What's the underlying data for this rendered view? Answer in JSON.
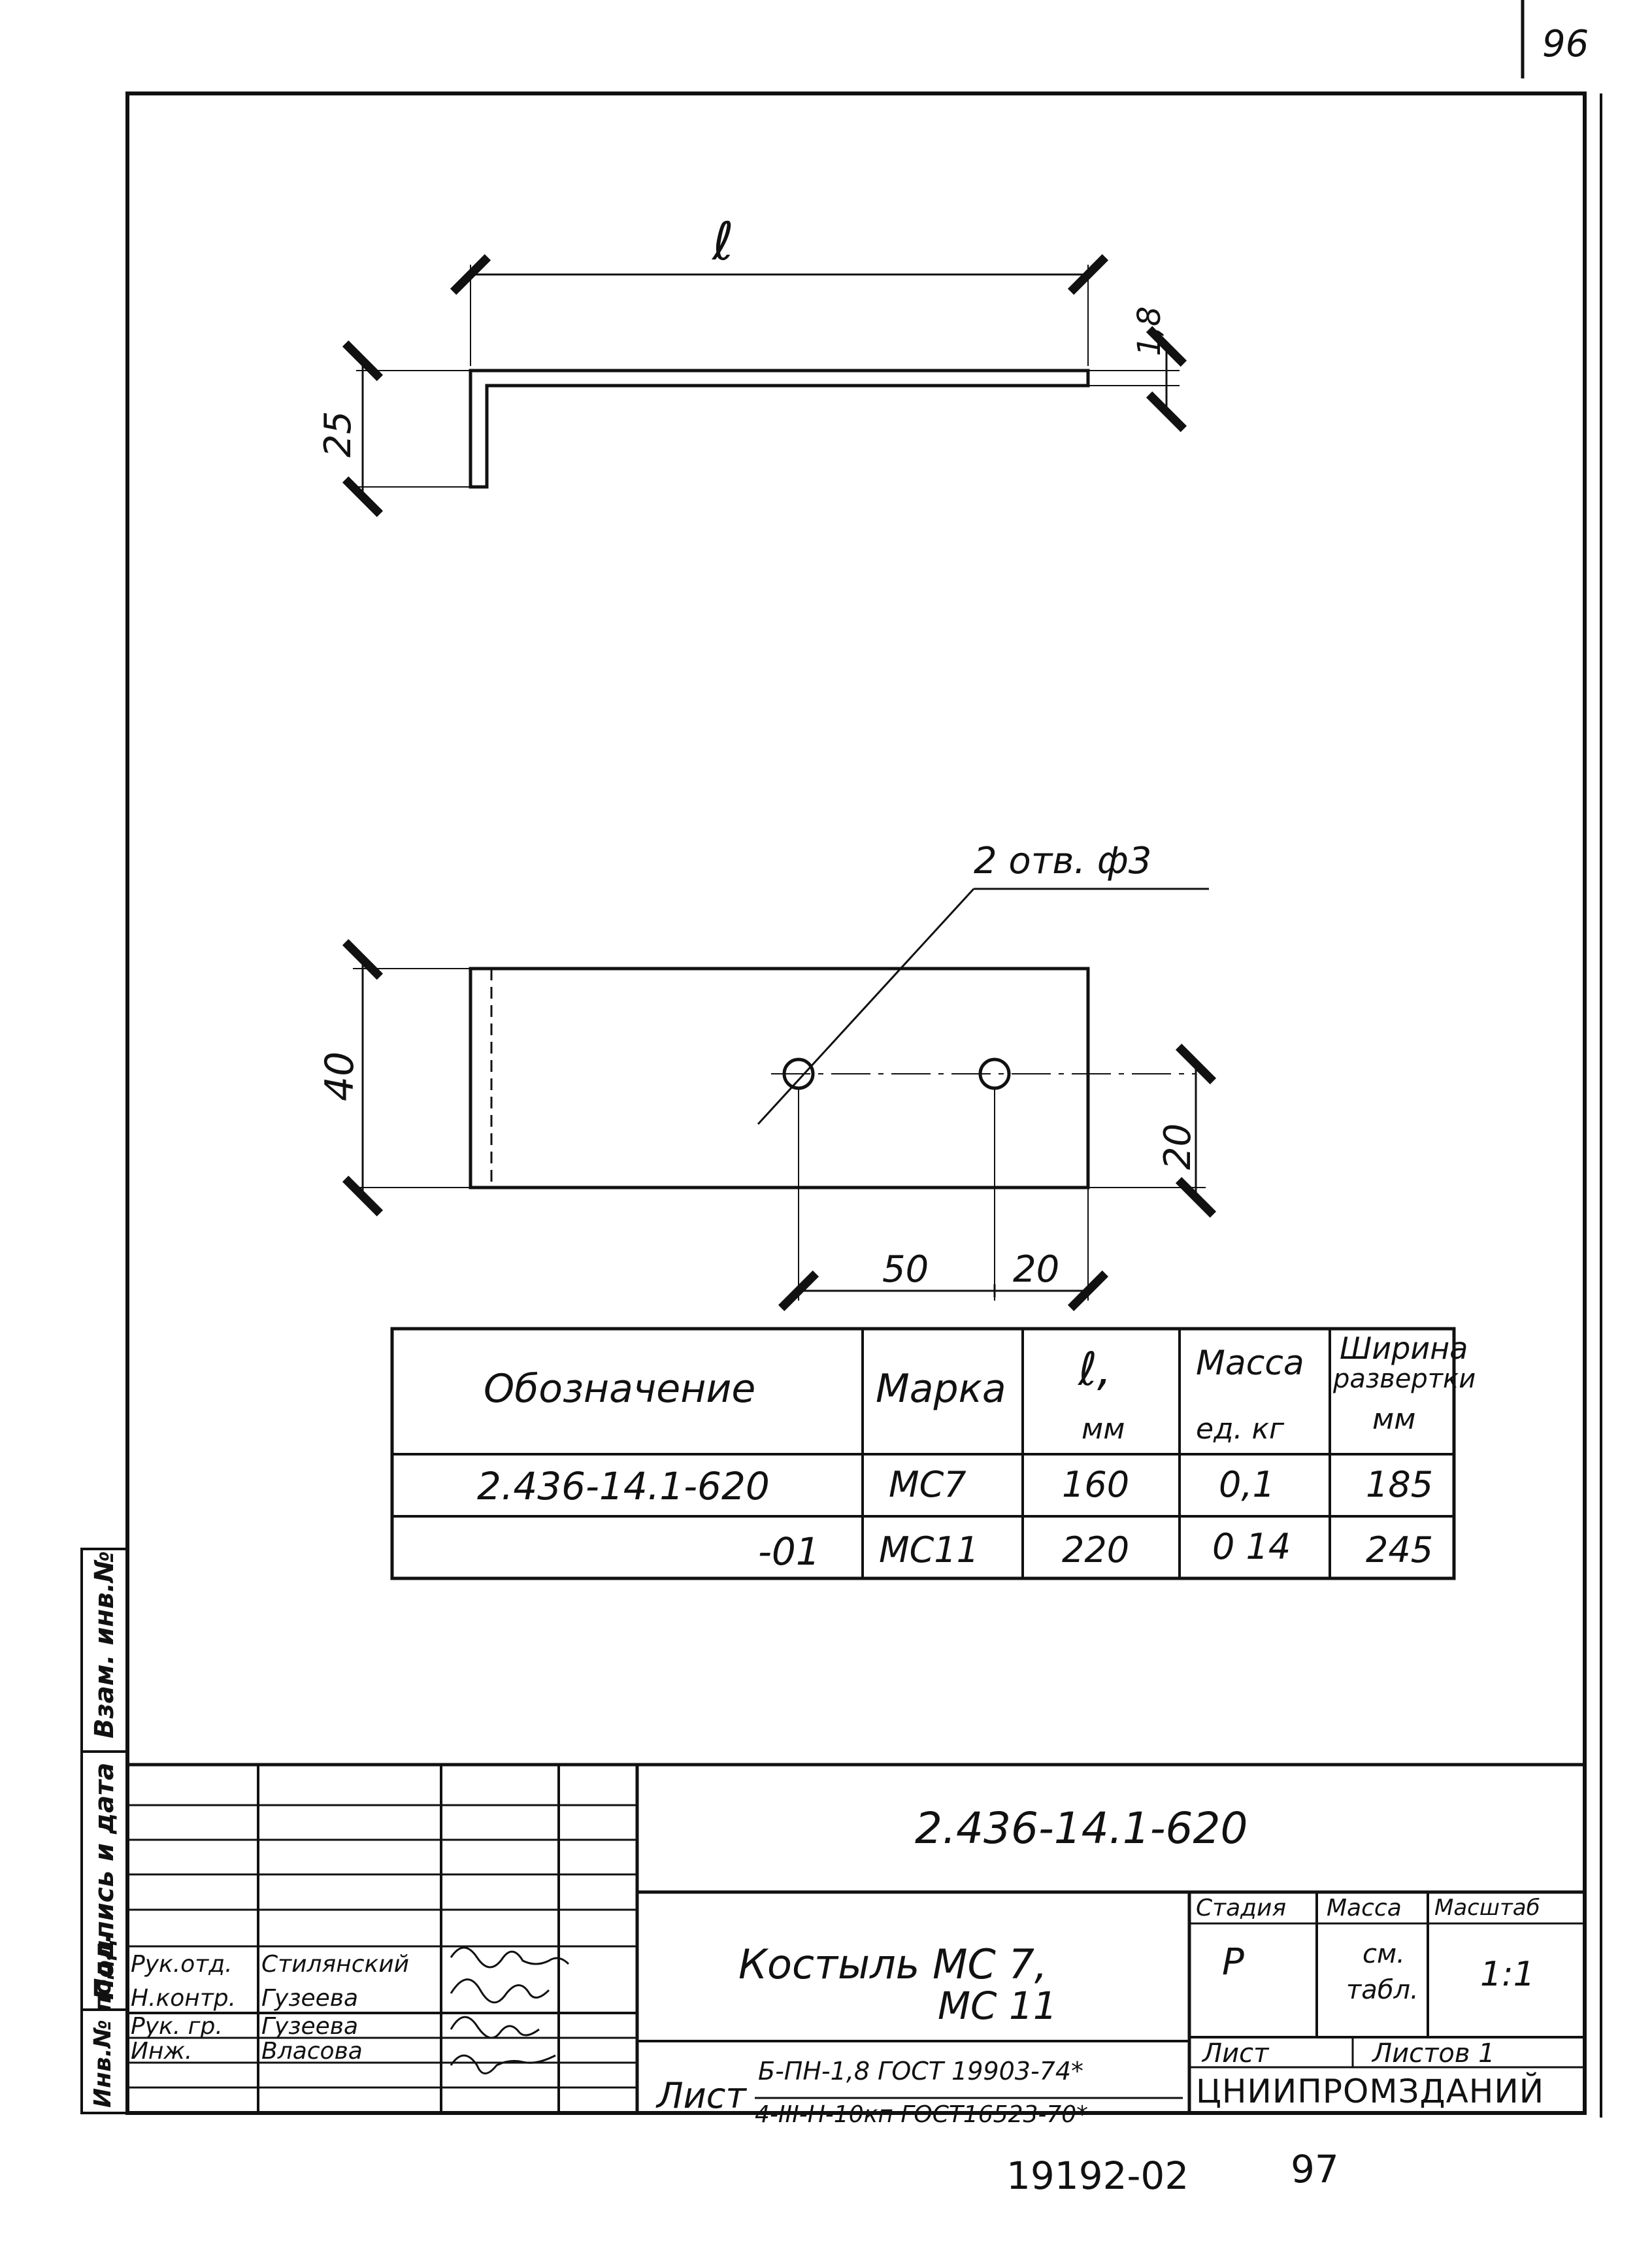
{
  "page_number_top": "96",
  "page_number_bottom": "97",
  "archive_number": "19192-02",
  "dimensions": {
    "length_symbol": "ℓ",
    "thickness": "1,8",
    "bend_height": "25",
    "holes_note": "2 отв. ф3",
    "width": "40",
    "hole_offset_vertical": "20",
    "hole_spacing": "50",
    "hole_edge": "20"
  },
  "spec_table": {
    "headers": {
      "designation": "Обозначение",
      "mark": "Марка",
      "length_symbol": "ℓ,",
      "length_unit": "мм",
      "mass": "Масса",
      "mass_unit": "ед. кг",
      "width_line1": "Ширина",
      "width_line2": "развертки",
      "width_unit": "мм"
    },
    "rows": [
      {
        "designation": "2.436-14.1-620",
        "mark": "МС7",
        "length": "160",
        "mass": "0,1",
        "width": "185"
      },
      {
        "designation": "-01",
        "mark": "МС11",
        "length": "220",
        "mass": "0 14",
        "width": "245"
      }
    ]
  },
  "side_stamp": {
    "inv_replace": "Взам. инв.№",
    "signature_date": "Подпись и дата",
    "inv_original": "Инв.№ подл."
  },
  "title_block": {
    "doc_code": "2.436-14.1-620",
    "title_line1": "Костыль МС 7,",
    "title_line2": "МС 11",
    "stage_label": "Стадия",
    "mass_label": "Масса",
    "scale_label": "Масштаб",
    "stage_value": "Р",
    "mass_value_line1": "см.",
    "mass_value_line2": "табл.",
    "scale_value": "1:1",
    "sheet_label": "Лист",
    "sheets_label": "Листов 1",
    "material_prefix": "Лист",
    "material_line1": "Б-ПН-1,8 ГОСТ 19903-74*",
    "material_line2": "4-III-Н-10кп ГОСТ16523-70*",
    "organization": "ЦНИИПРОМЗДАНИЙ",
    "staff": [
      {
        "role": "Рук.отд.",
        "name": "Стилянский"
      },
      {
        "role": "Н.контр.",
        "name": "Гузеева"
      },
      {
        "role": "Рук. гр.",
        "name": "Гузеева"
      },
      {
        "role": "Инж.",
        "name": "Власова"
      }
    ]
  },
  "colors": {
    "ink": "#111111",
    "paper": "#ffffff"
  }
}
